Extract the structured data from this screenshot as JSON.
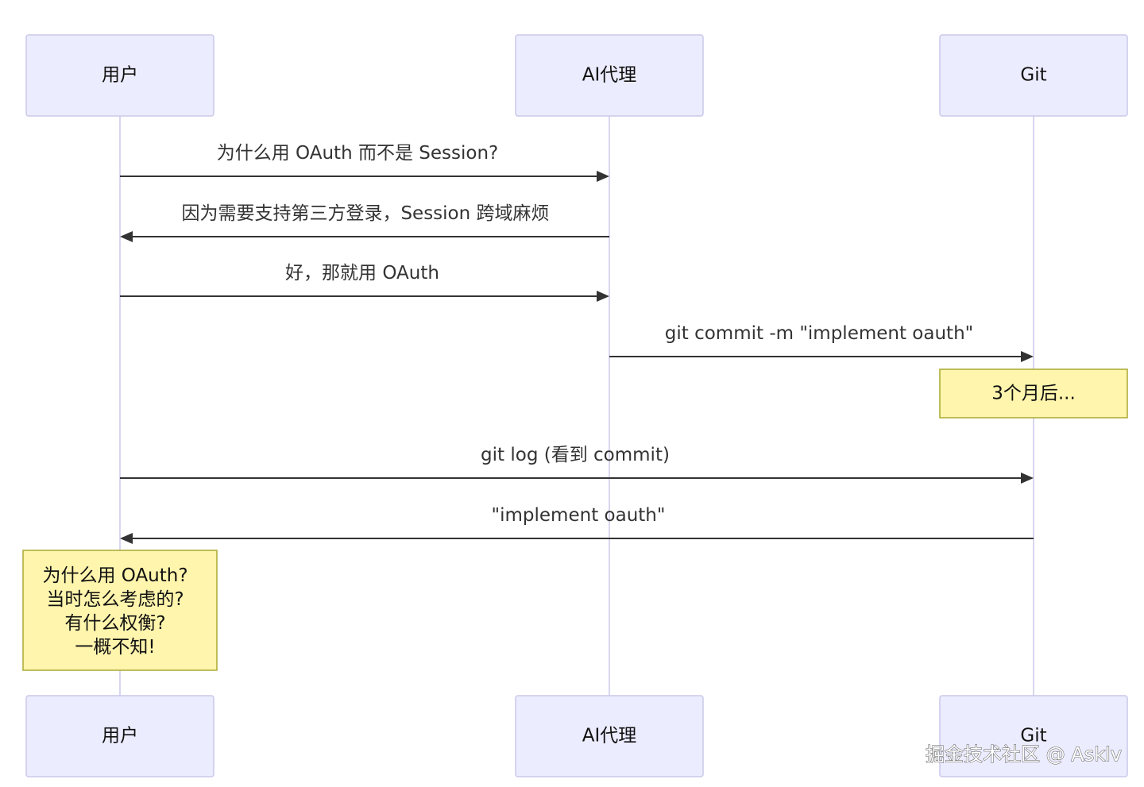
{
  "participants": [
    {
      "id": "user",
      "label": "用户"
    },
    {
      "id": "ai",
      "label": "AI代理"
    },
    {
      "id": "git",
      "label": "Git"
    }
  ],
  "messages": [
    {
      "from": "user",
      "to": "ai",
      "text": "为什么用 OAuth 而不是 Session?"
    },
    {
      "from": "ai",
      "to": "user",
      "text": "因为需要支持第三方登录，Session 跨域麻烦"
    },
    {
      "from": "user",
      "to": "ai",
      "text": "好，那就用 OAuth"
    },
    {
      "from": "ai",
      "to": "git",
      "text": "git commit -m \"implement oauth\""
    },
    {
      "from": "user",
      "to": "git",
      "text": "git log (看到 commit)"
    },
    {
      "from": "git",
      "to": "user",
      "text": "\"implement oauth\""
    }
  ],
  "notes": [
    {
      "over": "git",
      "lines": [
        "3个月后..."
      ]
    },
    {
      "over": "user",
      "lines": [
        "为什么用 OAuth?",
        "当时怎么考虑的?",
        "有什么权衡?",
        "一概不知!"
      ]
    }
  ],
  "watermark": "掘金技术社区 @ Asklv",
  "colors": {
    "actor_fill": "#ececff",
    "actor_stroke": "#c9c9ea",
    "lifeline": "#d8d6f0",
    "arrow": "#333333",
    "note_fill": "#fff5ad",
    "note_stroke": "#aaaa33"
  }
}
